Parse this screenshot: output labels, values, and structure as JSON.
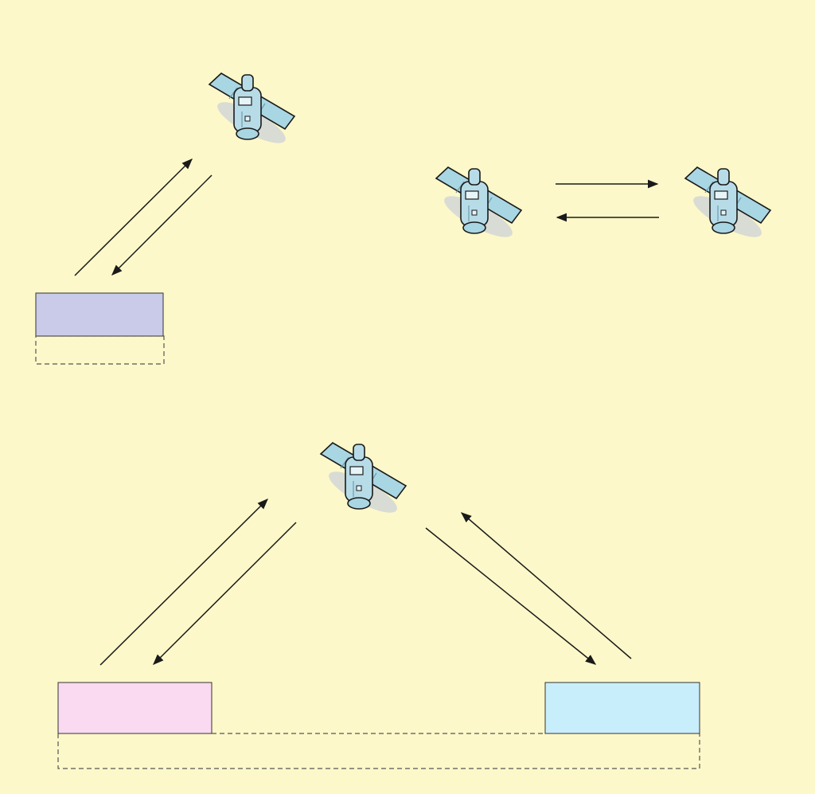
{
  "colors": {
    "background": "#fdf8c9",
    "purple_box": "#c9cbe9",
    "pink_box": "#fadaf0",
    "blue_box": "#c9eefb",
    "satellite_body": "#a9d6e3",
    "satellite_dark": "#6e9cab",
    "satellite_shadow": "#cfd6d2",
    "stroke": "#1a1a1a",
    "dashed": "#555555"
  },
  "diagram": {
    "satellites": [
      {
        "name": "satellite-top-left"
      },
      {
        "name": "satellite-inter-left"
      },
      {
        "name": "satellite-inter-right"
      },
      {
        "name": "satellite-bottom"
      }
    ],
    "links": [
      {
        "name": "uplink-single"
      },
      {
        "name": "downlink-single"
      },
      {
        "name": "intersatellite-forward"
      },
      {
        "name": "intersatellite-return"
      },
      {
        "name": "uplink-pink"
      },
      {
        "name": "downlink-pink"
      },
      {
        "name": "downlink-blue"
      },
      {
        "name": "uplink-blue"
      }
    ],
    "boxes": [
      {
        "name": "ground-station-purple"
      },
      {
        "name": "ground-station-pink"
      },
      {
        "name": "ground-station-blue"
      }
    ]
  }
}
